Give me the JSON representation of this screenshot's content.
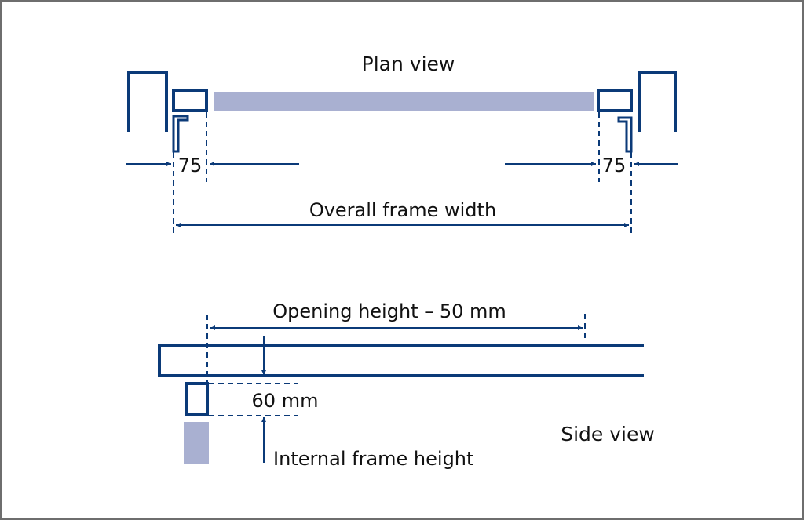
{
  "colors": {
    "frame": "#0b3a78",
    "glass": "#a9b0d1",
    "text": "#111111",
    "border": "#6e6e6e"
  },
  "plan_view": {
    "title": "Plan view",
    "left_offset_label": "75",
    "right_offset_label": "75",
    "overall_label": "Overall frame width"
  },
  "side_view": {
    "title": "Side view",
    "opening_label": "Opening height – 50 mm",
    "gap_label": "60 mm",
    "internal_label": "Internal frame height"
  }
}
